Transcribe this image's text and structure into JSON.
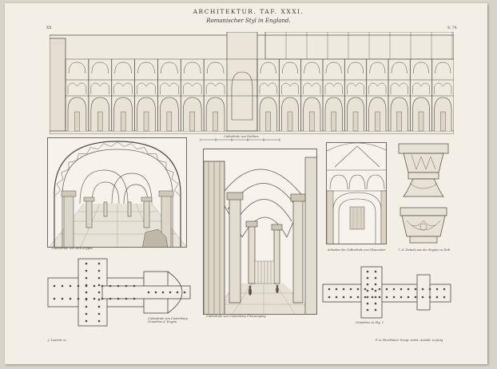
{
  "plate": {
    "title": "ARCHITEKTUR. TAF. XXXI.",
    "subtitle": "Romanischer Styl in England.",
    "corner_left": "XX",
    "corner_right": "S. 74."
  },
  "captions": {
    "fig1": "Cathedrale von Durham",
    "fig2": "Cathedrale von York Krypta",
    "fig3": "Cathedrale von Canterbury Grundriss d. Krypta",
    "fig4": "Cathedrale von Canterbury Chorumgang",
    "fig5": "Arkaden der Cathedrale von Gloucester",
    "fig6": "7.–8. Details aus der Krypta zu York",
    "fig7": "Grundriss zu Fig. 1",
    "footer_left": "J. Leutritz sc.",
    "footer_right": "F. A. Brockhaus' Geogr.-artist. Anstalt, Leipzig"
  }
}
